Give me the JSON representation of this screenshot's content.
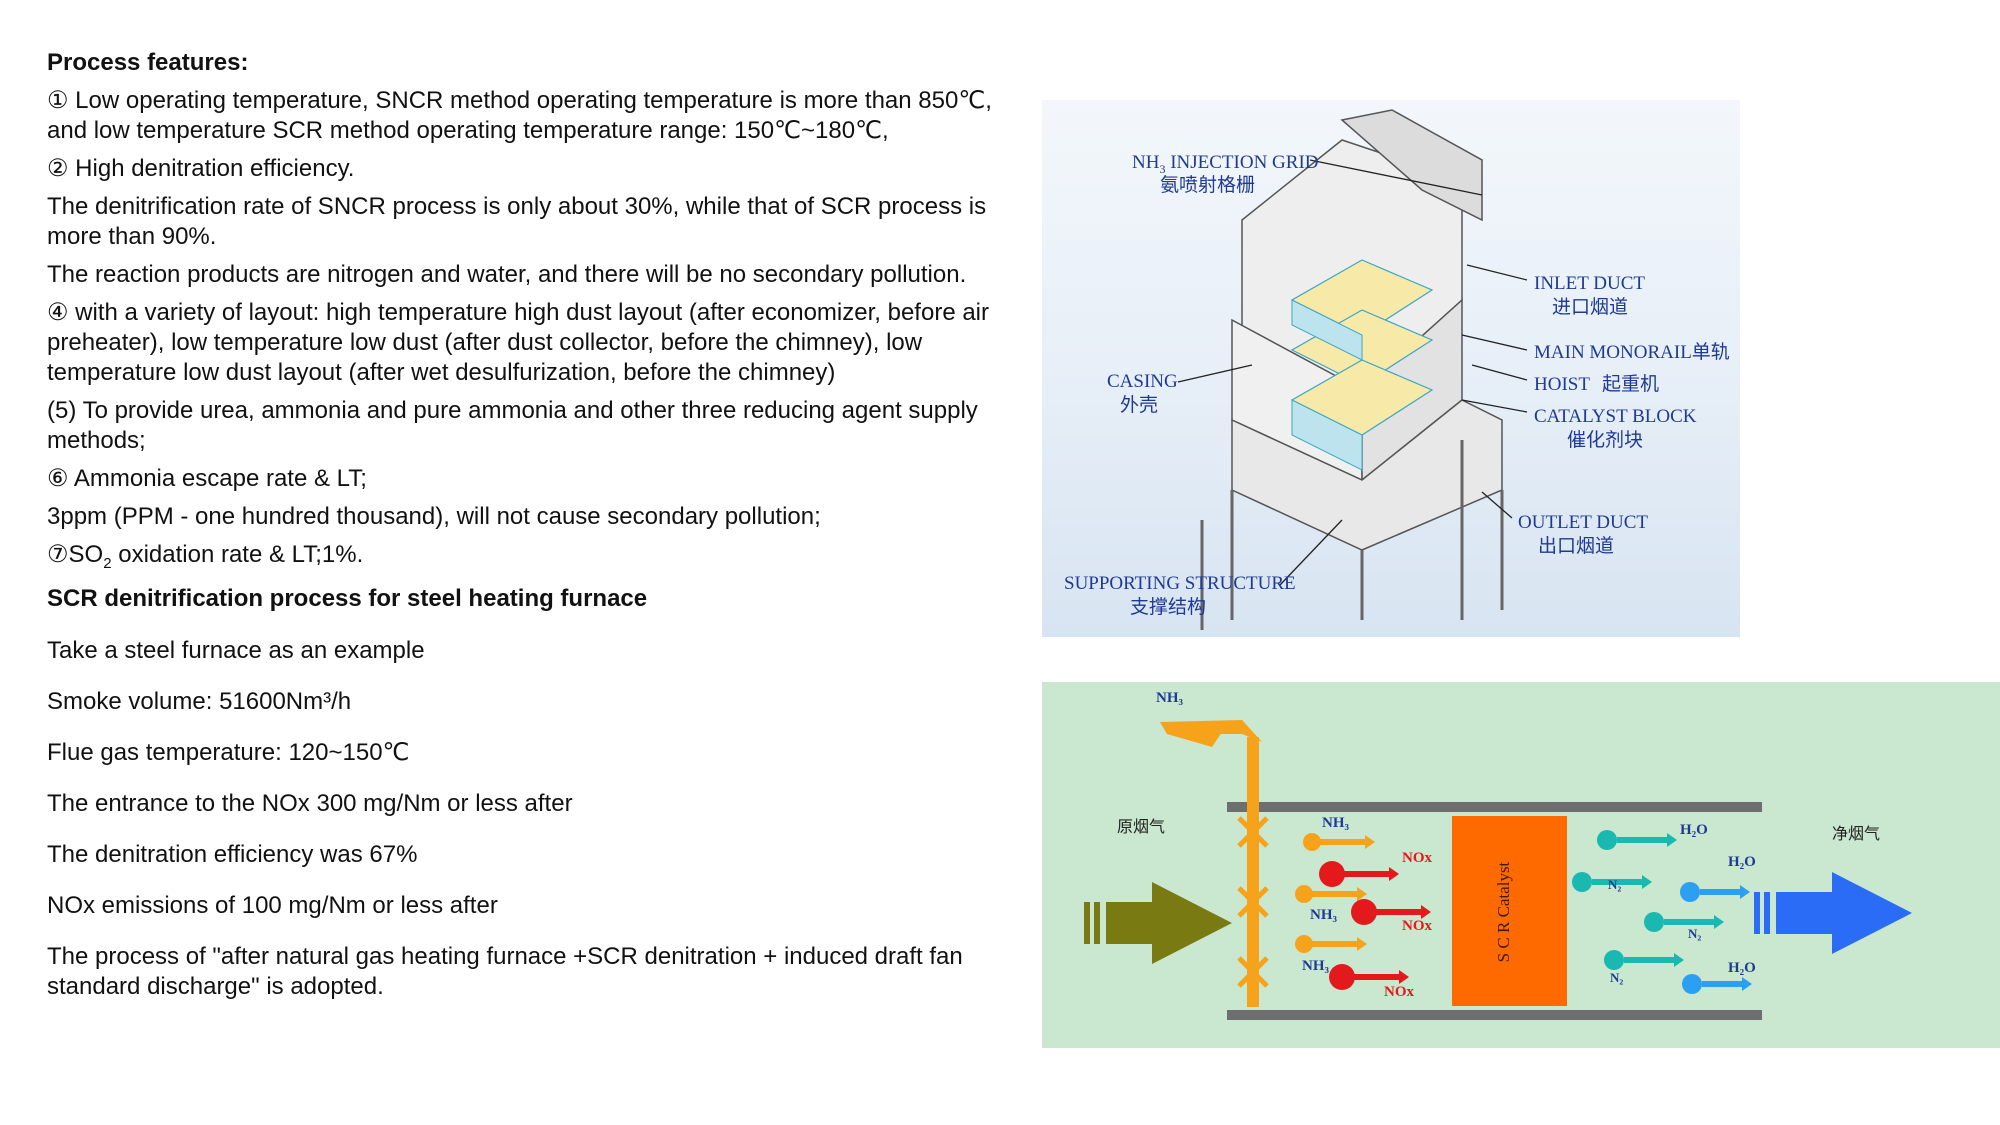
{
  "left": {
    "heading1": "Process features:",
    "p1": "① Low operating temperature, SNCR method operating temperature is more than 850℃, and low temperature SCR method operating temperature range: 150℃~180℃,",
    "p2": "② High denitration efficiency.",
    "p3": "The denitrification rate of SNCR process is only about 30%, while that of SCR process is more than 90%.",
    "p4": "The reaction products are nitrogen and water, and there will be no secondary pollution.",
    "p5": "④ with a variety of layout: high temperature high dust layout (after economizer, before air preheater), low temperature low dust (after dust collector, before the chimney), low temperature low dust layout (after wet desulfurization, before the chimney)",
    "p6": "(5) To provide urea, ammonia and pure ammonia and other three reducing agent supply methods;",
    "p7": "⑥ Ammonia escape rate & LT;",
    "p8": "3ppm (PPM - one hundred thousand), will not cause secondary pollution;",
    "p9_prefix": "⑦SO",
    "p9_sub": "2",
    "p9_suffix": " oxidation rate & LT;1%.",
    "heading2": "SCR denitrification process for steel heating furnace",
    "e1": "Take a steel furnace as an example",
    "e2": "Smoke volume: 51600Nm³/h",
    "e3": "Flue gas temperature: 120~150℃",
    "e4": "The entrance to the NOx 300 mg/Nm or less after",
    "e5": "The denitration efficiency was 67%",
    "e6": "NOx emissions of 100 mg/Nm or less after",
    "e7": "The process of \"after natural gas heating furnace +SCR denitration + induced draft fan standard discharge\" is adopted."
  },
  "figure1": {
    "nh3_grid_pre": "NH",
    "nh3_grid_sub": "3",
    "nh3_grid_post": " INJECTION GRID",
    "nh3_grid_cn": "氨喷射格栅",
    "inlet_duct": "INLET DUCT",
    "inlet_duct_cn": "进口烟道",
    "monorail": "MAIN MONORAIL单轨",
    "hoist": "HOIST",
    "hoist_cn": "起重机",
    "catalyst_block": "CATALYST BLOCK",
    "catalyst_block_cn": "催化剂块",
    "casing": "CASING",
    "casing_cn": "外壳",
    "outlet_duct": "OUTLET DUCT",
    "outlet_duct_cn": "出口烟道",
    "supporting": "SUPPORTING STRUCTURE",
    "supporting_cn": "支撑结构"
  },
  "figure2": {
    "nh3_top": "NH₃",
    "raw_gas": "原烟气",
    "clean_gas": "净烟气",
    "nh3": "NH₃",
    "nox": "NOx",
    "n2": "N₂",
    "h2o": "H₂O",
    "catalyst": "S C R Catalyst"
  },
  "colors": {
    "label_blue": "#1f3a93",
    "catalyst_orange": "#ff6a00",
    "nh3_orange": "#f7a21b",
    "nox_red": "#e3191c",
    "product_teal": "#19b8b0",
    "clean_blue": "#2b6cf6",
    "raw_olive": "#7a7a12",
    "fig2_bg": "#c9e8cf"
  }
}
